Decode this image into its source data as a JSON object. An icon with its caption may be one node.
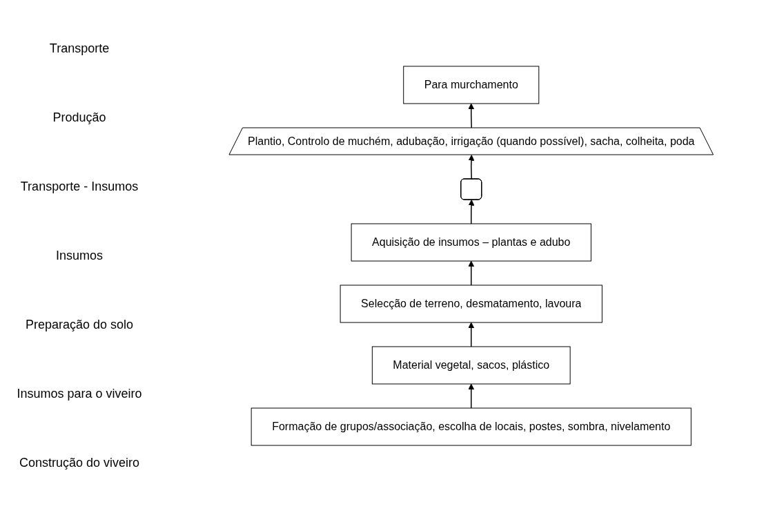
{
  "diagram": {
    "nodes": [
      {
        "text": [
          "Para murchamento"
        ]
      },
      {
        "text": [
          "Plantio, Controlo de muchém, adubação, irrigação (quando possível), sacha, colheita, poda"
        ]
      },
      {
        "text": [],
        "shape": "box"
      },
      {
        "text": [
          "Aquisição de insumos – plantas e adubo"
        ]
      },
      {
        "text": [
          "Selecção de terreno, desmatamento, lavoura"
        ]
      },
      {
        "text": [
          "Material vegetal, sacos, plástico"
        ]
      },
      {
        "text": [
          "Formação de grupos/associação, escolha de locais, postes, sombra, nivelamento"
        ]
      }
    ],
    "edges": [
      {
        "from": 6,
        "to": 5,
        "arrow": "to"
      },
      {
        "from": 5,
        "to": 4,
        "arrow": "to"
      },
      {
        "from": 4,
        "to": 3,
        "arrow": "to"
      },
      {
        "from": 3,
        "to": 2,
        "arrow": "to"
      },
      {
        "from": 2,
        "to": 1,
        "arrow": "to"
      },
      {
        "from": 1,
        "to": 0,
        "arrow": "to"
      }
    ],
    "labels": [
      "Transporte",
      "Produção",
      "Transporte - Insumos",
      "Insumos",
      "Preparação do solo",
      "Insumos para o viveiro",
      "Construção do viveiro"
    ]
  }
}
